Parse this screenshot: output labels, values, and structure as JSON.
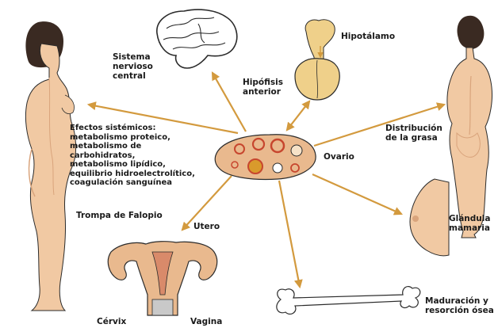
{
  "labels": {
    "sistema_nervioso": "Sistema\nnervioso\ncentral",
    "hipotalamo": "Hipotálamo",
    "hipofisis": "Hipófisis\nanterior",
    "efectos": "Efectos sistémicos:\nmetabolismo proteico,\nmetabolismo de\ncarbohidratos,\nmetabolismo lipídico,\nequilibrio hidroelectrolítico,\ncoagulación sanguínea",
    "distribucion": "Distribución\nde la grasa",
    "ovario": "Ovario",
    "trompa": "Trompa de Falopio",
    "utero": "Utero",
    "glandula": "Glándula\nmamaria",
    "maduracion": "Maduración y\nresorción ósea",
    "cervix": "Cérvix",
    "vagina": "Vagina"
  },
  "colors": {
    "skin": "#f1c9a3",
    "skin_shadow": "#d9a47c",
    "hair": "#3a2a22",
    "arrow": "#d39a3e",
    "ovary": "#e9b98e",
    "follicle": "#c7462e",
    "outline": "#2b2b2b",
    "text": "#1a1a1a"
  }
}
